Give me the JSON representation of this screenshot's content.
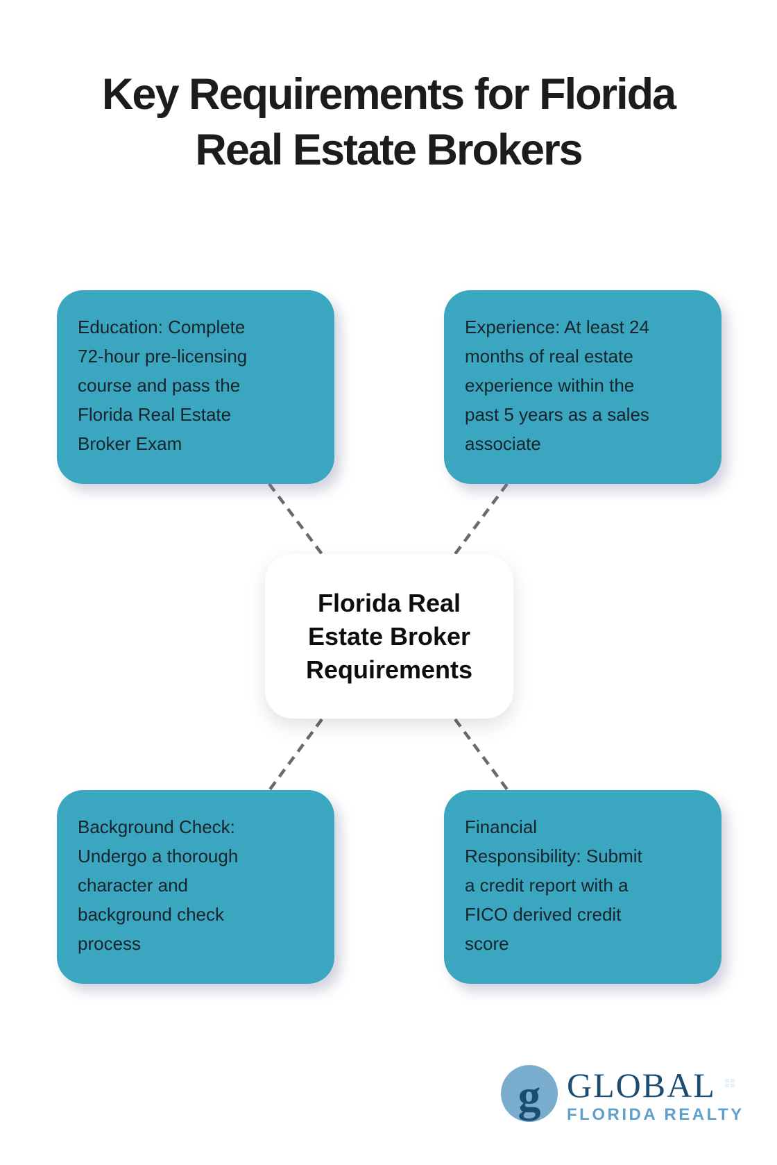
{
  "title": {
    "text": "Key Requirements for Florida\nReal Estate Brokers"
  },
  "center_node": {
    "text": "Florida Real\nEstate Broker\nRequirements"
  },
  "nodes": [
    {
      "id": "education",
      "text": "Education: Complete\n72-hour pre-licensing\ncourse and pass the\nFlorida Real Estate\nBroker Exam"
    },
    {
      "id": "experience",
      "text": "Experience: At least 24\nmonths of real estate\nexperience within the\npast 5 years as a sales\nassociate"
    },
    {
      "id": "background-check",
      "text": "Background Check:\nUndergo a thorough\ncharacter and\nbackground check\nprocess"
    },
    {
      "id": "financial-responsibility",
      "text": "Financial\nResponsibility: Submit\na credit report with a\nFICO derived credit\nscore"
    }
  ],
  "logo": {
    "monogram": "g",
    "name": "GLOBAL",
    "tagline": "FLORIDA REALTY"
  },
  "colors": {
    "node_fill": "#3BA6BF",
    "node_text": "#16242c",
    "title_text": "#1c1c1c",
    "connector": "#6a6a6a",
    "logo_navy": "#1b4c71",
    "logo_circle_blue": "#79accd",
    "logo_tagline_blue": "#5f9fca"
  }
}
